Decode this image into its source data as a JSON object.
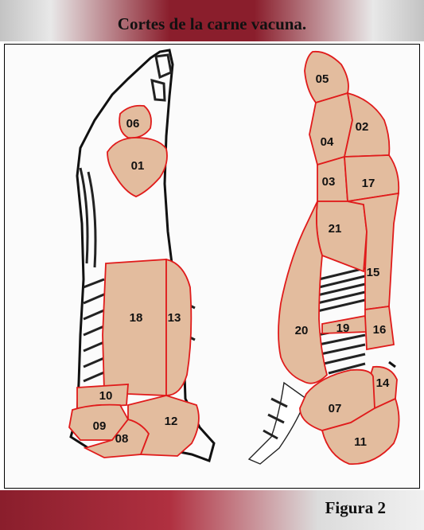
{
  "header": {
    "title": "Cortes de la carne vacuna."
  },
  "footer": {
    "caption": "Figura 2"
  },
  "diagram": {
    "left_half_labels": [
      "06",
      "01",
      "18",
      "13",
      "10",
      "09",
      "08",
      "12"
    ],
    "right_half_labels": [
      "05",
      "02",
      "04",
      "03",
      "17",
      "21",
      "15",
      "20",
      "19",
      "16",
      "14",
      "07",
      "11"
    ]
  },
  "colors": {
    "cut_fill": "#e3bc9e",
    "cut_border": "#e01b1b",
    "banner_red": "#8a1e2c"
  }
}
